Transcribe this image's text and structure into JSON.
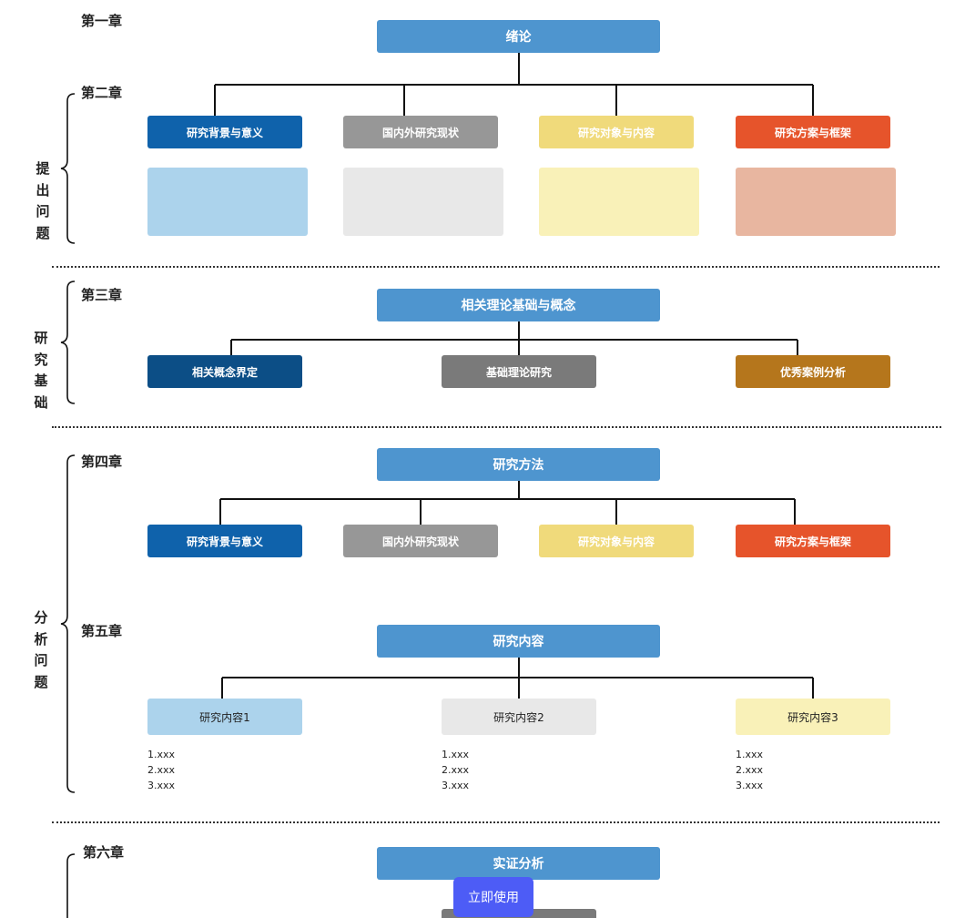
{
  "colors": {
    "main": "#4e95cf",
    "blue": "#0f62ab",
    "gray": "#979797",
    "yellow": "#f0da7b",
    "orange": "#e6542b",
    "light_blue": "#acd3ec",
    "light_gray": "#e8e8e8",
    "light_yellow": "#f9f1b8",
    "light_orange": "#e8b6a0",
    "dark_blue": "#0c4e86",
    "dark_gray": "#7a7a7a",
    "amber": "#b5761c",
    "button": "#4d5cf6"
  },
  "sections": {
    "s1": {
      "ch1": "第一章",
      "ch2": "第二章",
      "side": "提出问题",
      "root": "绪论",
      "children": [
        "研究背景与意义",
        "国内外研究现状",
        "研究对象与内容",
        "研究方案与框架"
      ]
    },
    "s2": {
      "ch3": "第三章",
      "side": "研究基础",
      "root": "相关理论基础与概念",
      "children": [
        "相关概念界定",
        "基础理论研究",
        "优秀案例分析"
      ]
    },
    "s3": {
      "ch4": "第四章",
      "ch5": "第五章",
      "side": "分析问题",
      "root4": "研究方法",
      "children4": [
        "研究背景与意义",
        "国内外研究现状",
        "研究对象与内容",
        "研究方案与框架"
      ],
      "root5": "研究内容",
      "children5": [
        "研究内容1",
        "研究内容2",
        "研究内容3"
      ],
      "items": [
        "1.xxx",
        "2.xxx",
        "3.xxx"
      ]
    },
    "s4": {
      "ch6": "第六章",
      "root": "实证分析"
    }
  },
  "button": {
    "label": "立即使用"
  }
}
